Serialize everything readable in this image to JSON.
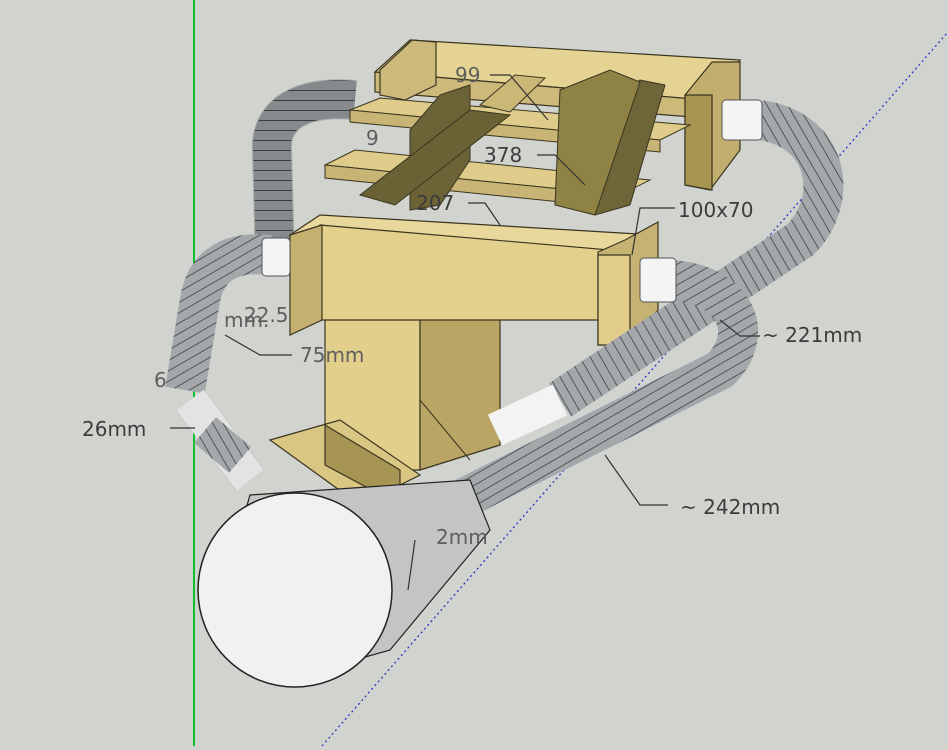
{
  "viewport": {
    "background": "#d1d3cf",
    "axis_colors": {
      "green_axis": "#0fbf2c",
      "blue_axis": "#2a35c9"
    }
  },
  "materials": {
    "wood_light": "#e2cf8c",
    "wood_mid": "#c9b676",
    "wood_dark": "#6c6336",
    "hose": "#9fa3a6",
    "hose_rib": "#3d4245",
    "pipe_white": "#f4f4f4",
    "cylinder": "#c9c9c9"
  },
  "dimensions": {
    "d_99": "99",
    "d_378": "378",
    "d_207": "207",
    "d_100x70": "100x70",
    "d_221": "~ 221mm",
    "d_242": "~ 242mm",
    "d_26": "26mm",
    "d_75": "75mm",
    "d_22_5": "22.5",
    "d_mm_left": "mm.",
    "d_6": "6",
    "d_9": "9",
    "d_2mm": "2mm"
  }
}
